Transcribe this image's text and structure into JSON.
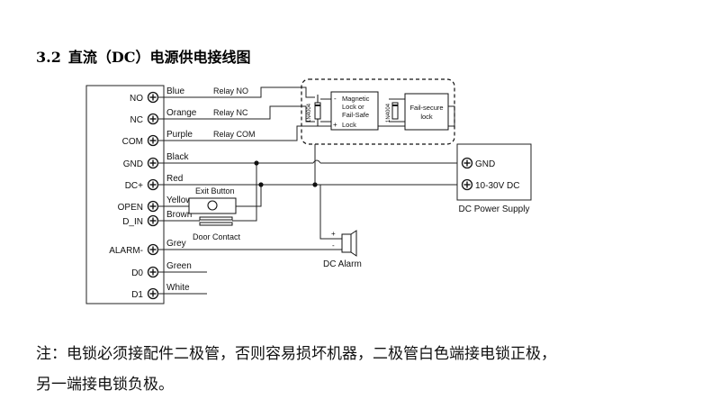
{
  "heading": {
    "number": "3.2",
    "title": "直流（DC）电源供电接线图"
  },
  "terminals": [
    {
      "label": "NO",
      "wire": "Blue"
    },
    {
      "label": "NC",
      "wire": "Orange"
    },
    {
      "label": "COM",
      "wire": "Purple"
    },
    {
      "label": "GND",
      "wire": "Black"
    },
    {
      "label": "DC+",
      "wire": "Red"
    },
    {
      "label": "OPEN",
      "wire": "Yellow"
    },
    {
      "label": "D_IN",
      "wire": "Brown"
    },
    {
      "label": "ALARM-",
      "wire": "Grey"
    },
    {
      "label": "D0",
      "wire": "Green"
    },
    {
      "label": "D1",
      "wire": "White"
    }
  ],
  "relay_labels": {
    "no": "Relay NO",
    "nc": "Relay NC",
    "com": "Relay COM"
  },
  "exit_button": "Exit Button",
  "door_contact": "Door Contact",
  "magnetic_lock": {
    "lines": [
      "Magnetic",
      "Lock or",
      "Fail-Safe",
      "Lock"
    ],
    "minus": "-",
    "plus": "+"
  },
  "fail_secure_lock": {
    "lines": [
      "Fail-secure",
      "lock"
    ]
  },
  "diode_label": "1N4004",
  "power_supply": {
    "gnd": "GND",
    "dc": "10-30V DC",
    "caption": "DC Power Supply"
  },
  "alarm": {
    "label": "DC  Alarm",
    "plus": "+",
    "minus": "-"
  },
  "note": {
    "line1": "注：电锁必须接配件二极管，否则容易损坏机器，二极管白色端接电锁正极，",
    "line2": "另一端接电锁负极。"
  }
}
